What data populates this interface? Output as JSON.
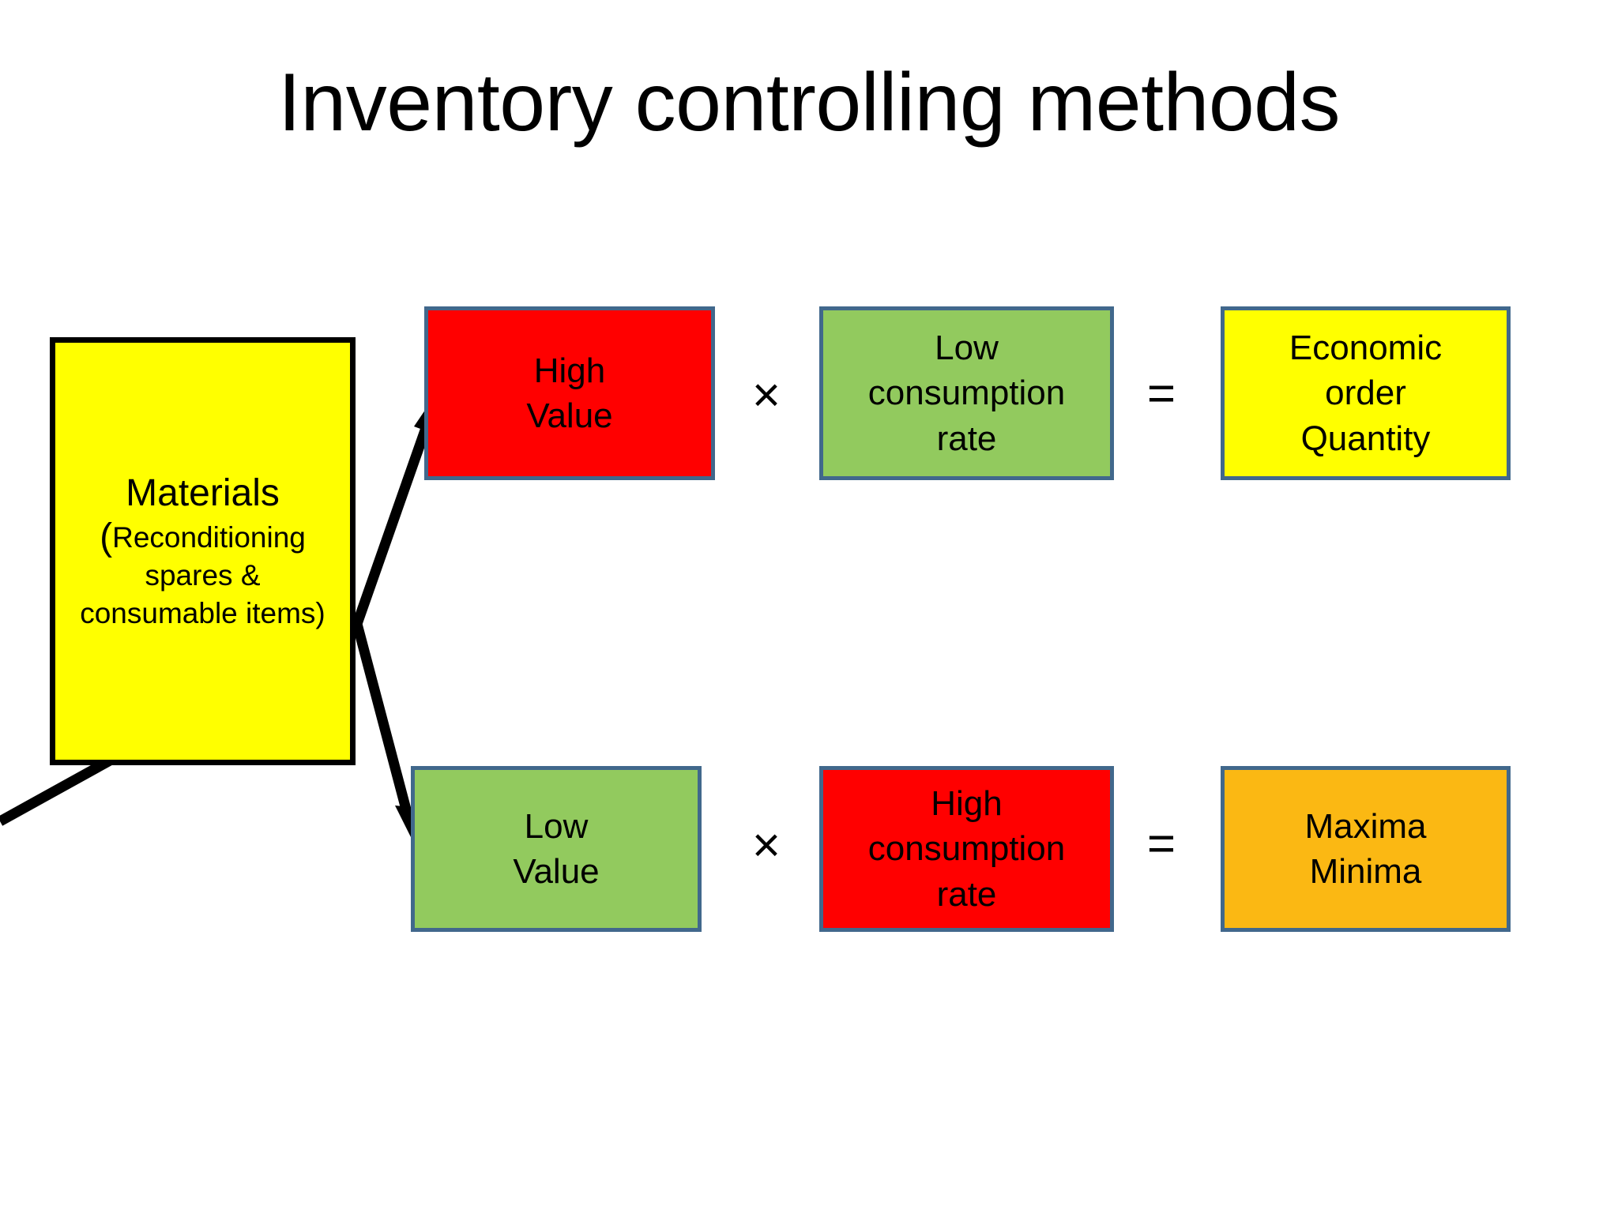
{
  "slide": {
    "title": "Inventory controlling methods",
    "background_color": "#FFFFFF"
  },
  "colors": {
    "yellow": "#FFFF00",
    "red": "#FF0000",
    "green": "#92CA5E",
    "orange": "#FBB813",
    "box_border": "#41688C",
    "source_border": "#000000",
    "arrow": "#000000",
    "text": "#000000"
  },
  "source_node": {
    "name": "materials",
    "heading": "Materials",
    "open_paren": "(",
    "detail_line_1": "Reconditioning",
    "detail_line_2": "spares  &",
    "detail_line_3": "consumable items)",
    "fill": "#FFFF00"
  },
  "rows": [
    {
      "id": "row-eoq",
      "factor_a": {
        "line_1": "High",
        "line_2": "Value",
        "fill": "#FF0000",
        "color_name": "red"
      },
      "operator_multiply": "×",
      "factor_b": {
        "line_1": "Low",
        "line_2": "consumption",
        "line_3": "rate",
        "fill": "#92CA5E",
        "color_name": "green"
      },
      "operator_equals": "=",
      "result": {
        "line_1": "Economic",
        "line_2": "order",
        "line_3": "Quantity",
        "fill": "#FFFF00",
        "color_name": "yellow"
      }
    },
    {
      "id": "row-maxmin",
      "factor_a": {
        "line_1": "Low",
        "line_2": "Value",
        "fill": "#92CA5E",
        "color_name": "green"
      },
      "operator_multiply": "×",
      "factor_b": {
        "line_1": "High",
        "line_2": "consumption",
        "line_3": "rate",
        "fill": "#FF0000",
        "color_name": "red"
      },
      "operator_equals": "=",
      "result": {
        "line_1": "Maxima",
        "line_2": "Minima",
        "fill": "#FBB813",
        "color_name": "orange"
      }
    }
  ],
  "connectors": [
    {
      "name": "arrow-materials-to-high-value",
      "from": "materials",
      "to": "high-value",
      "direction": "up-right"
    },
    {
      "name": "arrow-materials-to-low-value",
      "from": "materials",
      "to": "low-value",
      "direction": "down-right"
    }
  ]
}
